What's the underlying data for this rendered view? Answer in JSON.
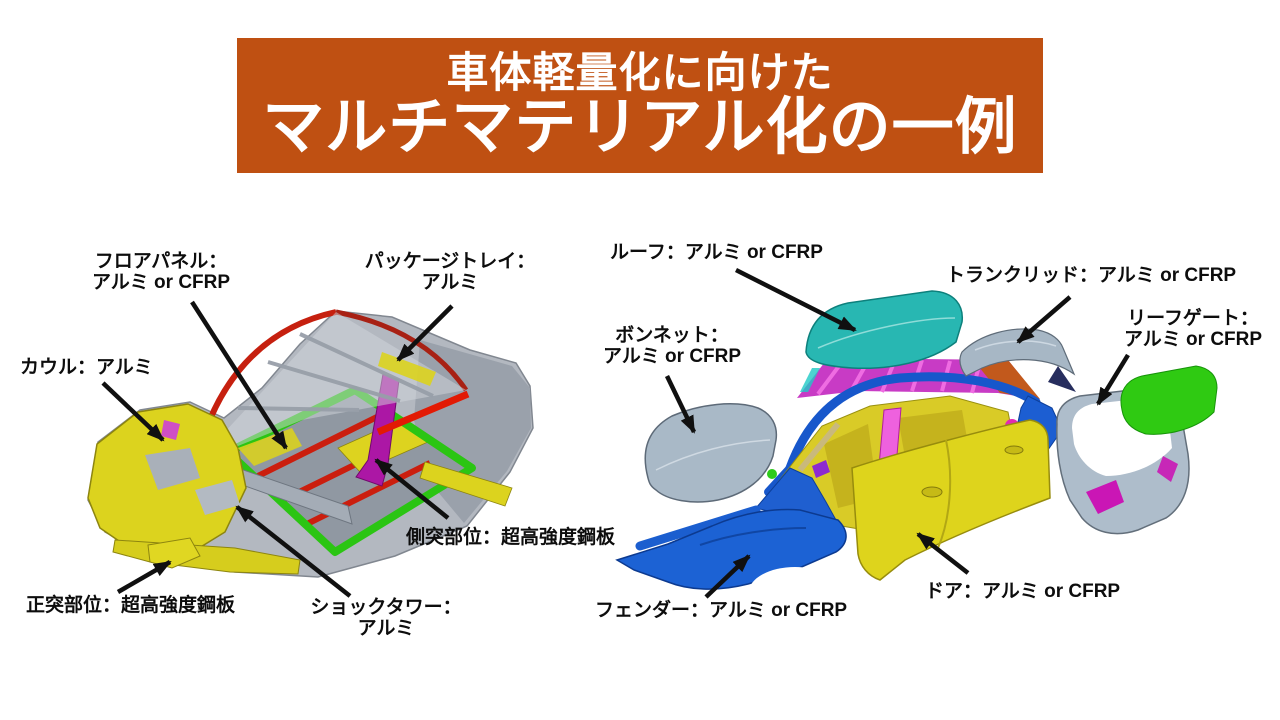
{
  "banner": {
    "line1": "車体軽量化に向けた",
    "line2": "マルチマテリアル化の一例",
    "bg_color": "#bf5012",
    "text_color": "#ffffff"
  },
  "left_diagram": {
    "labels": {
      "floor_panel": "フロアパネル：\nアルミ or CFRP",
      "package_tray": "パッケージトレイ：\nアルミ",
      "cowl": "カウル：アルミ",
      "front_impact": "正突部位：超高強度鋼板",
      "shock_tower": "ショックタワー：\nアルミ",
      "side_impact": "側突部位：超高強度鋼板"
    }
  },
  "right_diagram": {
    "labels": {
      "roof": "ルーフ：アルミ or CFRP",
      "bonnet": "ボンネット：\nアルミ or CFRP",
      "trunk_lid": "トランクリッド：アルミ or CFRP",
      "liftgate": "リーフゲート：\nアルミ or CFRP",
      "fender": "フェンダー：アルミ or CFRP",
      "door": "ドア：アルミ or CFRP"
    }
  },
  "colors": {
    "banner_orange": "#bf5012",
    "label_text": "#0d0d0d",
    "roof_cyan": "#28b7b2",
    "panel_blue": "#1c5ed2",
    "door_yellow": "#ded41c",
    "glass_green": "#2fca12",
    "steel_gray": "#a9b9c7",
    "frame_magenta": "#c32ac0",
    "sill_green": "#2bc513",
    "member_red": "#c6200f",
    "front_yellow": "#dcd31e"
  }
}
